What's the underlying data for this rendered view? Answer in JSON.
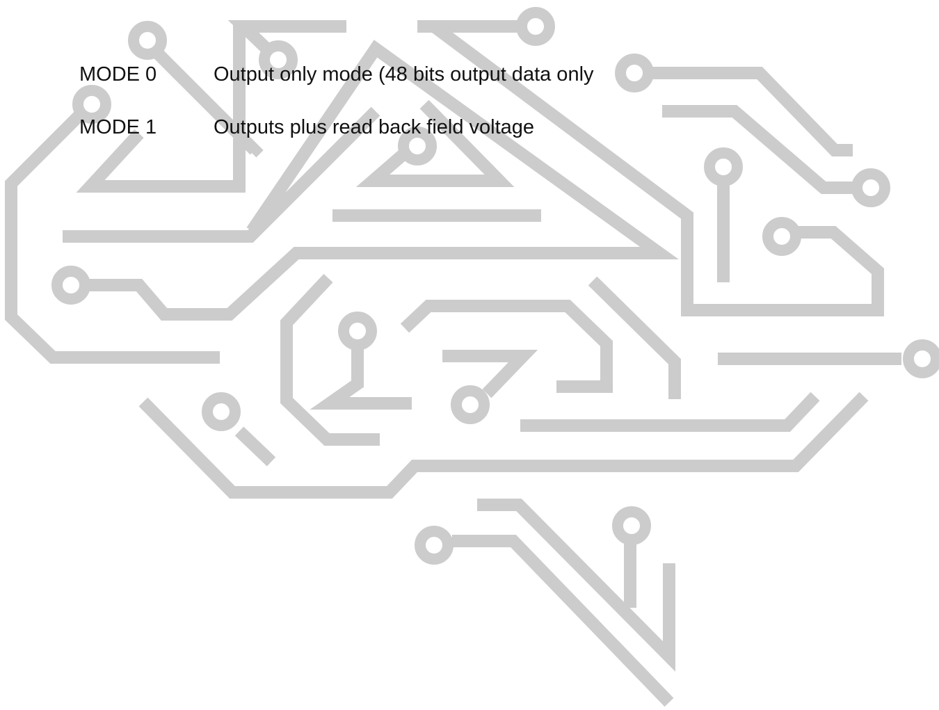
{
  "modes": [
    {
      "label": "MODE 0",
      "description": "Output only mode (48 bits output data only"
    },
    {
      "label": "MODE 1",
      "description": "Outputs plus read back field voltage"
    }
  ],
  "watermark": {
    "icon": "circuit-brain-icon",
    "color": "#cccccc"
  }
}
